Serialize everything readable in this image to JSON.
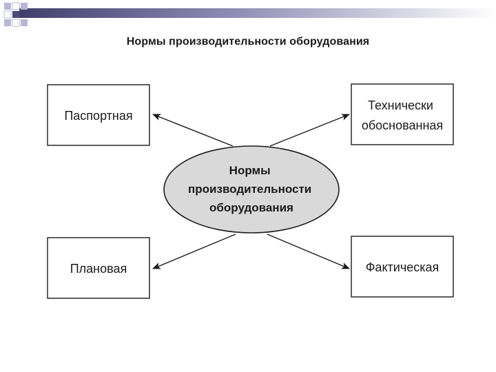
{
  "title": "Нормы производительности оборудования",
  "center": {
    "lines": [
      "Нормы",
      "производительности",
      "оборудования"
    ]
  },
  "boxes": {
    "top_left": {
      "lines": [
        "Паспортная"
      ]
    },
    "top_right": {
      "lines": [
        "Технически",
        "обоснованная"
      ]
    },
    "bottom_left": {
      "lines": [
        "Плановая"
      ]
    },
    "bottom_right": {
      "lines": [
        "Фактическая"
      ]
    }
  },
  "colors": {
    "header_dark": "#4a4a78",
    "header_light": "#b7b7d3",
    "ellipse_fill": "#d9d9d9",
    "line": "#1a1a1a"
  }
}
